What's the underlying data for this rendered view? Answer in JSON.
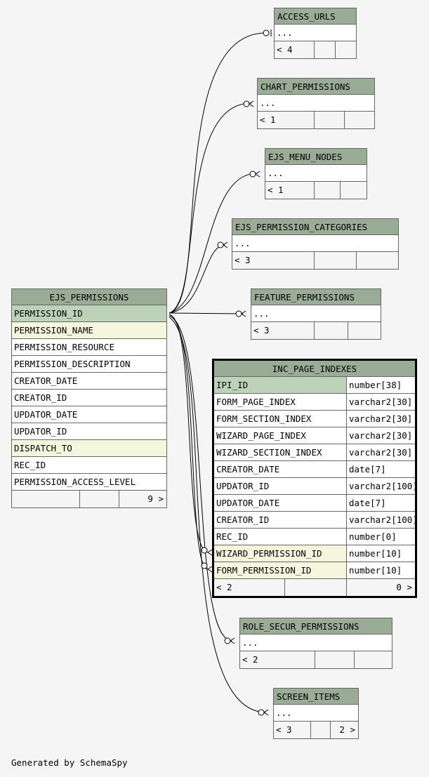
{
  "main_table": {
    "name": "EJS_PERMISSIONS",
    "columns": [
      {
        "name": "PERMISSION_ID",
        "kind": "pk"
      },
      {
        "name": "PERMISSION_NAME",
        "kind": "fk"
      },
      {
        "name": "PERMISSION_RESOURCE",
        "kind": "normal"
      },
      {
        "name": "PERMISSION_DESCRIPTION",
        "kind": "normal"
      },
      {
        "name": "CREATOR_DATE",
        "kind": "normal"
      },
      {
        "name": "CREATOR_ID",
        "kind": "normal"
      },
      {
        "name": "UPDATOR_DATE",
        "kind": "normal"
      },
      {
        "name": "UPDATOR_ID",
        "kind": "normal"
      },
      {
        "name": "DISPATCH_TO",
        "kind": "fk"
      },
      {
        "name": "REC_ID",
        "kind": "normal"
      },
      {
        "name": "PERMISSION_ACCESS_LEVEL",
        "kind": "normal"
      }
    ],
    "footer": [
      "",
      "",
      "9 >"
    ]
  },
  "related_tables": [
    {
      "key": "access-urls",
      "name": "ACCESS_URLS",
      "body": "...",
      "footer": [
        "< 4",
        "",
        ""
      ]
    },
    {
      "key": "chart-permissions",
      "name": "CHART_PERMISSIONS",
      "body": "...",
      "footer": [
        "< 1",
        "",
        ""
      ]
    },
    {
      "key": "ejs-menu-nodes",
      "name": "EJS_MENU_NODES",
      "body": "...",
      "footer": [
        "< 1",
        "",
        ""
      ]
    },
    {
      "key": "ejs-permission-categories",
      "name": "EJS_PERMISSION_CATEGORIES",
      "body": "...",
      "footer": [
        "< 3",
        "",
        ""
      ]
    },
    {
      "key": "feature-permissions",
      "name": "FEATURE_PERMISSIONS",
      "body": "...",
      "footer": [
        "< 3",
        "",
        ""
      ]
    },
    {
      "key": "role-secur-permissions",
      "name": "ROLE_SECUR_PERMISSIONS",
      "body": "...",
      "footer": [
        "< 2",
        "",
        ""
      ]
    },
    {
      "key": "screen-items",
      "name": "SCREEN_ITEMS",
      "body": "...",
      "footer": [
        "< 3",
        "",
        "2 >"
      ]
    }
  ],
  "focus_table": {
    "name": "INC_PAGE_INDEXES",
    "columns": [
      {
        "name": "IPI_ID",
        "type": "number[38]",
        "kind": "pk"
      },
      {
        "name": "FORM_PAGE_INDEX",
        "type": "varchar2[30]",
        "kind": "normal"
      },
      {
        "name": "FORM_SECTION_INDEX",
        "type": "varchar2[30]",
        "kind": "normal"
      },
      {
        "name": "WIZARD_PAGE_INDEX",
        "type": "varchar2[30]",
        "kind": "normal"
      },
      {
        "name": "WIZARD_SECTION_INDEX",
        "type": "varchar2[30]",
        "kind": "normal"
      },
      {
        "name": "CREATOR_DATE",
        "type": "date[7]",
        "kind": "normal"
      },
      {
        "name": "UPDATOR_ID",
        "type": "varchar2[100]",
        "kind": "normal"
      },
      {
        "name": "UPDATOR_DATE",
        "type": "date[7]",
        "kind": "normal"
      },
      {
        "name": "CREATOR_ID",
        "type": "varchar2[100]",
        "kind": "normal"
      },
      {
        "name": "REC_ID",
        "type": "number[0]",
        "kind": "normal"
      },
      {
        "name": "WIZARD_PERMISSION_ID",
        "type": "number[10]",
        "kind": "fk"
      },
      {
        "name": "FORM_PERMISSION_ID",
        "type": "number[10]",
        "kind": "fk"
      }
    ],
    "footer": [
      "< 2",
      "",
      "0 >"
    ]
  },
  "credit": "Generated by SchemaSpy",
  "colors": {
    "header": "#9aab96",
    "primary_key": "#bed2b9",
    "foreign_key": "#f4f7dd",
    "background": "#f5f5f5"
  }
}
